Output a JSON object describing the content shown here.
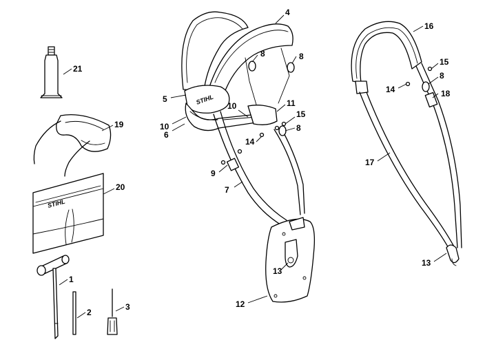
{
  "brand_text": "STIHL",
  "callouts": {
    "c1": "1",
    "c2": "2",
    "c3": "3",
    "c4": "4",
    "c5": "5",
    "c6": "6",
    "c7": "7",
    "c8a": "8",
    "c8b": "8",
    "c8c": "8",
    "c8d": "8",
    "c9": "9",
    "c10a": "10",
    "c10b": "10",
    "c11": "11",
    "c12": "12",
    "c13a": "13",
    "c13b": "13",
    "c14a": "14",
    "c14b": "14",
    "c15a": "15",
    "c15b": "15",
    "c16": "16",
    "c17": "17",
    "c18": "18",
    "c19": "19",
    "c20": "20",
    "c21": "21"
  }
}
